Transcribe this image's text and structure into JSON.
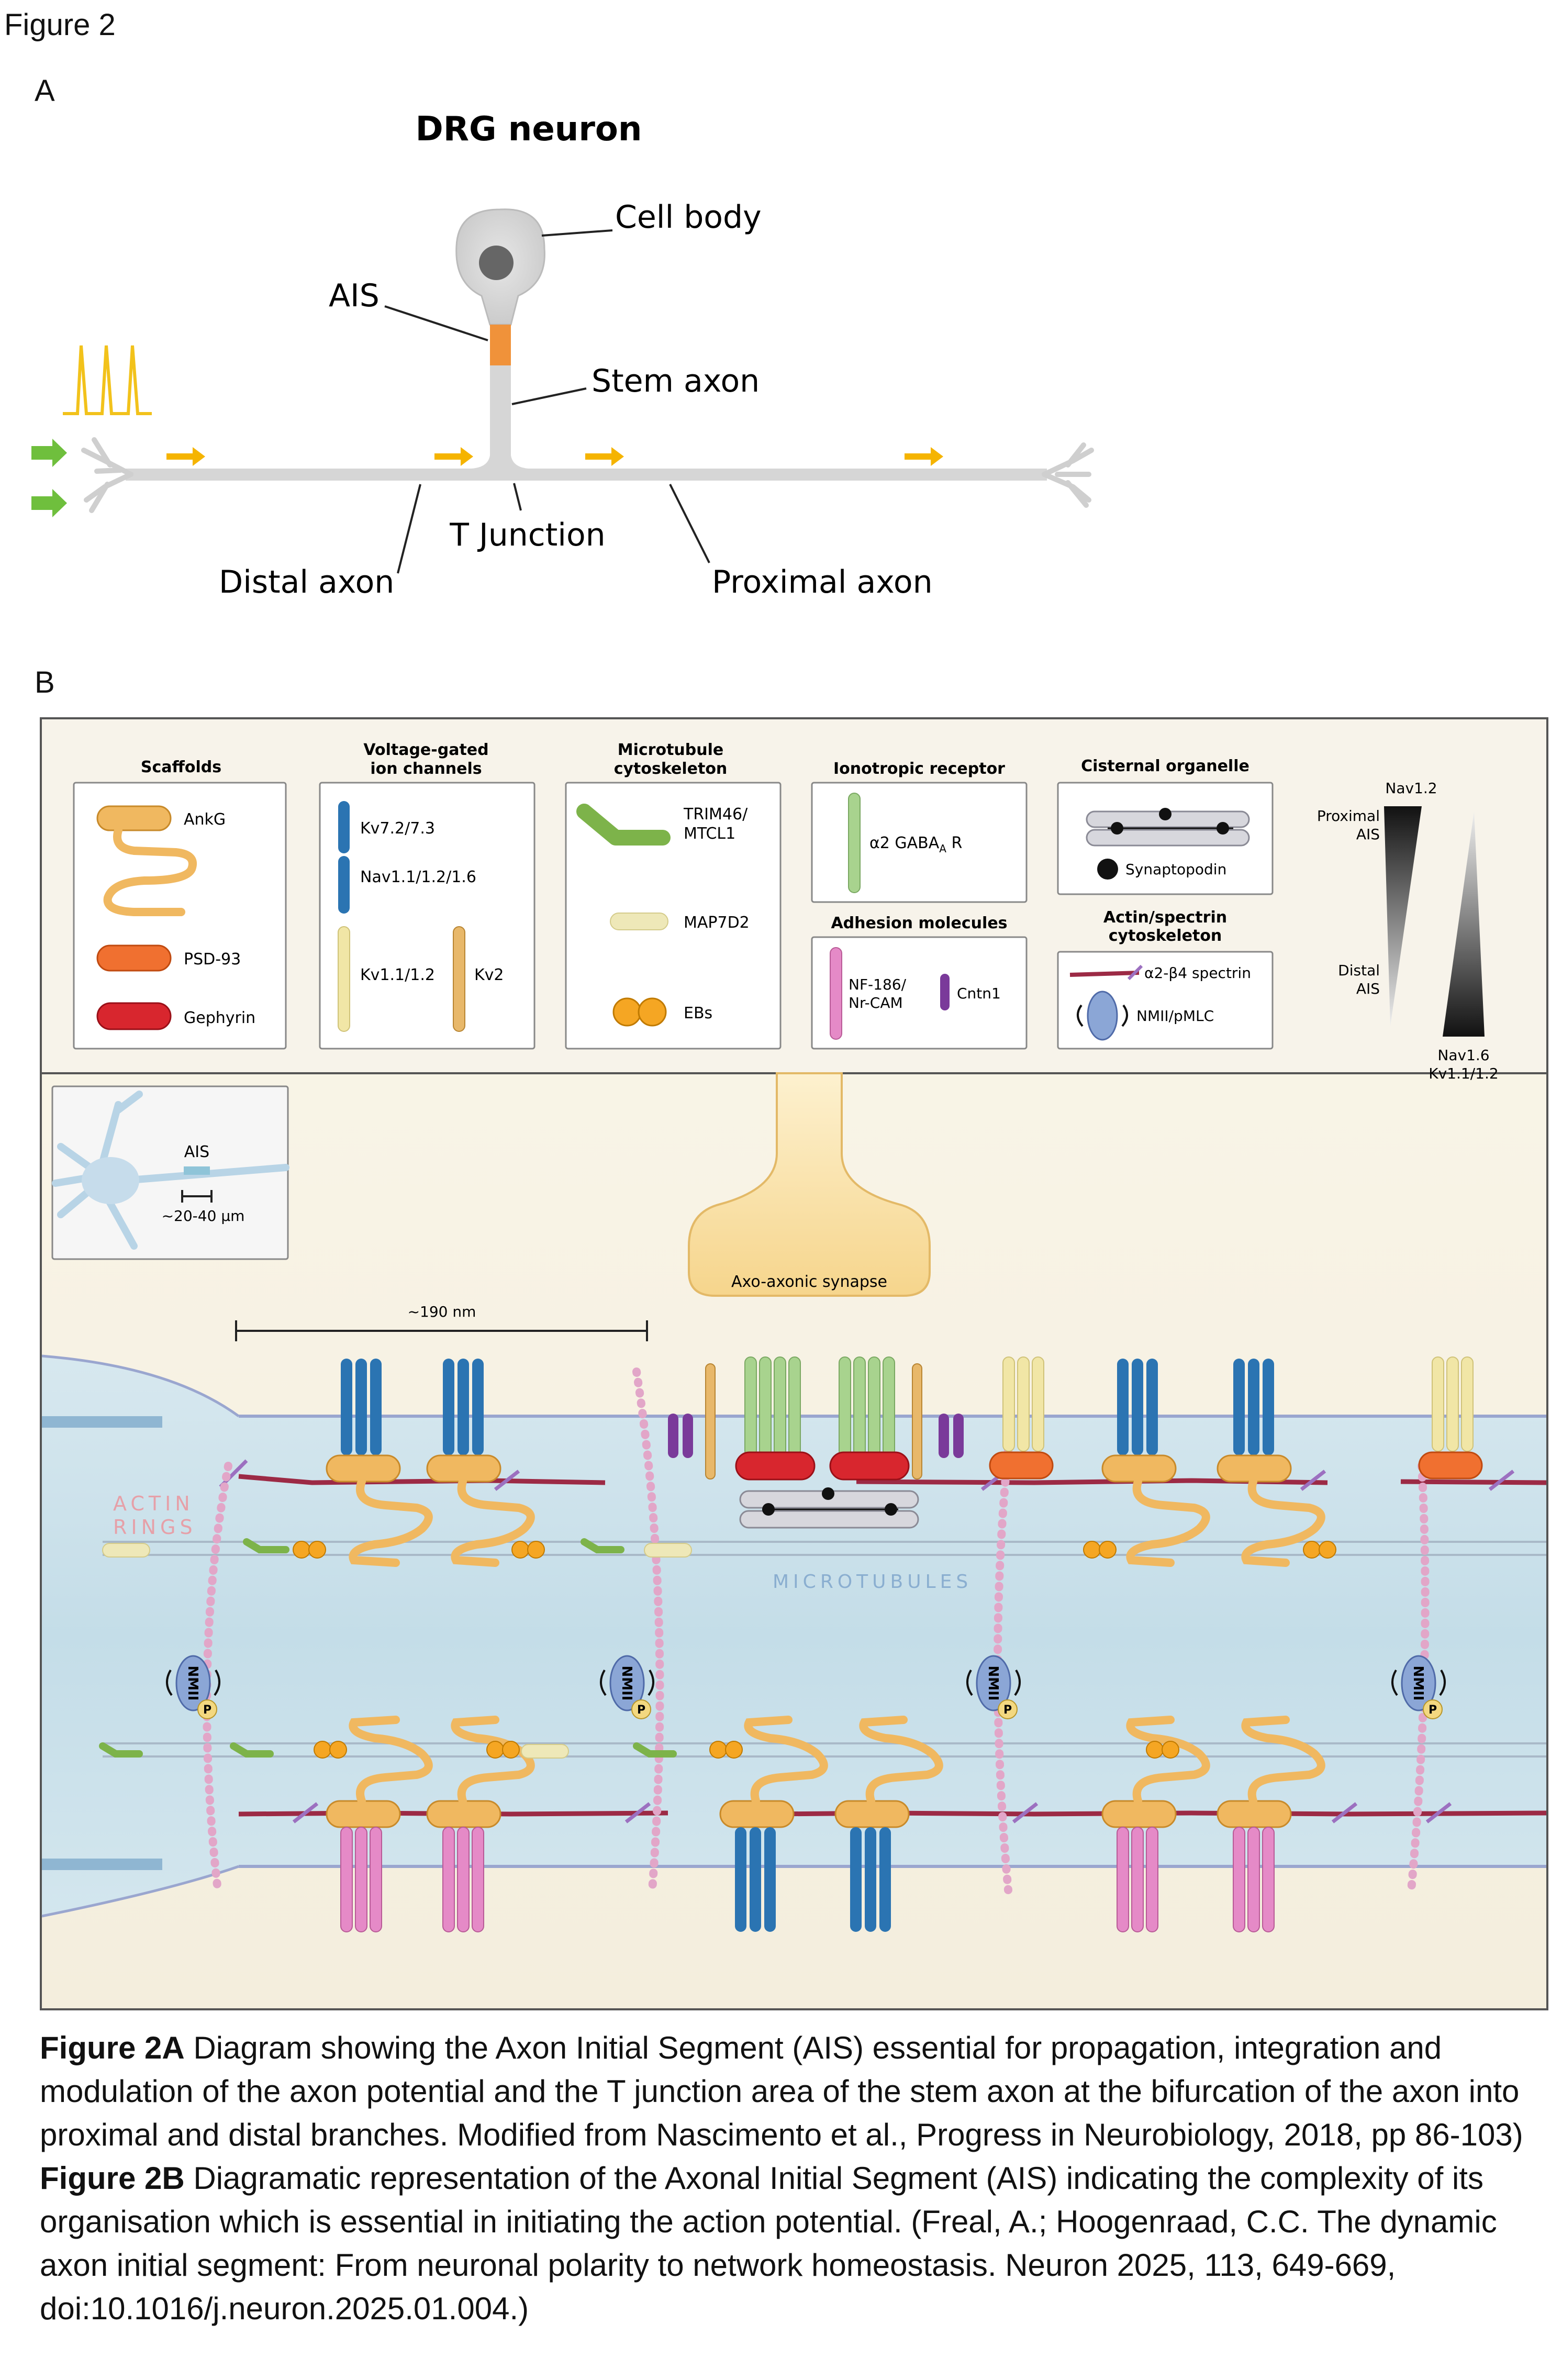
{
  "figure_title": "Figure 2",
  "panel_a": {
    "letter": "A",
    "title": "DRG neuron",
    "labels": {
      "cell_body": "Cell body",
      "ais": "AIS",
      "stem_axon": "Stem axon",
      "t_junction": "T Junction",
      "distal_axon": "Distal axon",
      "proximal_axon": "Proximal axon"
    },
    "colors": {
      "axon": "#d6d6d6",
      "ais": "#f0923a",
      "spike": "#f2c21b",
      "arrow": "#f5b400",
      "input": "#6fbf3d"
    }
  },
  "panel_b": {
    "letter": "B",
    "legend": {
      "scaffolds": {
        "title": "Scaffolds",
        "ankg": "AnkG",
        "psd93": "PSD-93",
        "gephyrin": "Gephyrin"
      },
      "vgic": {
        "title_line1": "Voltage-gated",
        "title_line2": "ion channels",
        "kv72": "Kv7.2/7.3",
        "nav": "Nav1.1/1.2/1.6",
        "kv11": "Kv1.1/1.2",
        "kv2": "Kv2"
      },
      "microtubule": {
        "title_line1": "Microtubule",
        "title_line2": "cytoskeleton",
        "trim_line1": "TRIM46/",
        "trim_line2": "MTCL1",
        "map7d2": "MAP7D2",
        "ebs": "EBs"
      },
      "ionotropic": {
        "title": "Ionotropic receptor",
        "gaba_prefix": "α2 GABA",
        "gaba_sub": "A",
        "gaba_suffix": " R"
      },
      "adhesion": {
        "title": "Adhesion molecules",
        "nf_line1": "NF-186/",
        "nf_line2": "Nr-CAM",
        "cntn1": "Cntn1"
      },
      "cisternal": {
        "title": "Cisternal organelle",
        "synaptopodin": "Synaptopodin"
      },
      "actin": {
        "title_line1": "Actin/spectrin",
        "title_line2": "cytoskeleton",
        "spectrin": "α2-β4 spectrin",
        "nmii": "NMII/pMLC"
      },
      "gradient": {
        "nav12": "Nav1.2",
        "proximal_line1": "Proximal",
        "proximal_line2": "AIS",
        "distal_line1": "Distal",
        "distal_line2": "AIS",
        "nav16": "Nav1.6",
        "kv11": "Kv1.1/1.2"
      }
    },
    "inset": {
      "ais": "AIS",
      "scale": "~20-40 μm"
    },
    "main": {
      "scale": "~190 nm",
      "synapse": "Axo-axonic synapse",
      "actin_line1": "ACTIN",
      "actin_line2": "RINGS",
      "microtubules": "MICROTUBULES",
      "nmii": "NMII",
      "p": "P"
    },
    "colors": {
      "blue": "#2b74b2",
      "pink": "#e58ac7",
      "green": "#a8d38e",
      "cream": "#f1e6a6",
      "ankg": "#f0b860",
      "psd93": "#f07030",
      "gephyrin": "#d8262e",
      "spectrin": "#9c2a45",
      "violet": "#7a3a9a",
      "nmii": "#8ba6d6"
    }
  },
  "caption": {
    "a_label": "Figure 2A",
    "a_text": " Diagram showing the Axon Initial Segment (AIS) essential for propagation, integration and modulation of the axon potential and the T junction area of the stem axon at the bifurcation of the axon into proximal and distal branches. Modified from Nascimento et al., Progress in Neurobiology, 2018, pp 86-103)",
    "b_label": "Figure 2B",
    "b_text": "  Diagramatic representation of the Axonal Initial Segment (AIS) indicating the complexity of its organisation which is essential in initiating the action potential. (Freal, A.; Hoogenraad, C.C. The dynamic axon initial segment: From neuronal polarity to network homeostasis. Neuron 2025, 113, 649-669, doi:10.1016/j.neuron.2025.01.004.)"
  }
}
